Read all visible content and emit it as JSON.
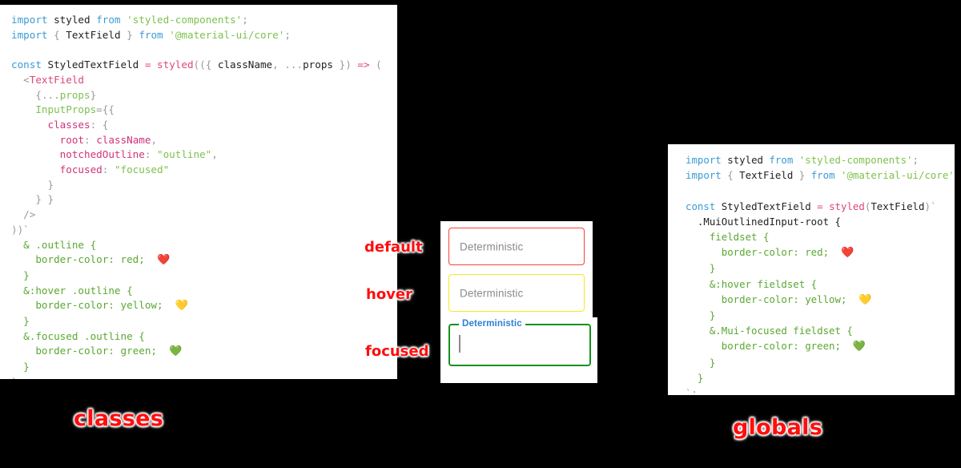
{
  "background_color": "#000000",
  "panels": {
    "classes": {
      "caption": "classes",
      "background": "#ffffff",
      "code_lines": [
        [
          {
            "t": "import",
            "c": "kw"
          },
          {
            "t": " ",
            "c": "plain"
          },
          {
            "t": "styled",
            "c": "plain"
          },
          {
            "t": " ",
            "c": "plain"
          },
          {
            "t": "from",
            "c": "kw"
          },
          {
            "t": " ",
            "c": "plain"
          },
          {
            "t": "'styled-components'",
            "c": "str"
          },
          {
            "t": ";",
            "c": "punc"
          }
        ],
        [
          {
            "t": "import",
            "c": "kw"
          },
          {
            "t": " ",
            "c": "plain"
          },
          {
            "t": "{",
            "c": "punc"
          },
          {
            "t": " ",
            "c": "plain"
          },
          {
            "t": "TextField",
            "c": "plain"
          },
          {
            "t": " ",
            "c": "plain"
          },
          {
            "t": "}",
            "c": "punc"
          },
          {
            "t": " ",
            "c": "plain"
          },
          {
            "t": "from",
            "c": "kw"
          },
          {
            "t": " ",
            "c": "plain"
          },
          {
            "t": "'@material-ui/core'",
            "c": "str"
          },
          {
            "t": ";",
            "c": "punc"
          }
        ],
        [],
        [
          {
            "t": "const",
            "c": "kw"
          },
          {
            "t": " ",
            "c": "plain"
          },
          {
            "t": "StyledTextField",
            "c": "plain"
          },
          {
            "t": " ",
            "c": "plain"
          },
          {
            "t": "=",
            "c": "op"
          },
          {
            "t": " ",
            "c": "plain"
          },
          {
            "t": "styled",
            "c": "op"
          },
          {
            "t": "((",
            "c": "punc"
          },
          {
            "t": "{",
            "c": "punc"
          },
          {
            "t": " ",
            "c": "plain"
          },
          {
            "t": "className",
            "c": "plain"
          },
          {
            "t": ",",
            "c": "punc"
          },
          {
            "t": " ",
            "c": "plain"
          },
          {
            "t": "...",
            "c": "punc"
          },
          {
            "t": "props",
            "c": "plain"
          },
          {
            "t": " ",
            "c": "plain"
          },
          {
            "t": "}",
            "c": "punc"
          },
          {
            "t": ")",
            "c": "punc"
          },
          {
            "t": " ",
            "c": "plain"
          },
          {
            "t": "=>",
            "c": "op"
          },
          {
            "t": " ",
            "c": "plain"
          },
          {
            "t": "(",
            "c": "punc"
          }
        ],
        [
          {
            "t": "  ",
            "c": "plain"
          },
          {
            "t": "<",
            "c": "punc"
          },
          {
            "t": "TextField",
            "c": "tag"
          }
        ],
        [
          {
            "t": "    ",
            "c": "plain"
          },
          {
            "t": "{",
            "c": "punc"
          },
          {
            "t": "...",
            "c": "punc"
          },
          {
            "t": "props",
            "c": "prop"
          },
          {
            "t": "}",
            "c": "punc"
          }
        ],
        [
          {
            "t": "    ",
            "c": "plain"
          },
          {
            "t": "InputProps",
            "c": "prop"
          },
          {
            "t": "=",
            "c": "punc"
          },
          {
            "t": "{{",
            "c": "punc"
          }
        ],
        [
          {
            "t": "      ",
            "c": "plain"
          },
          {
            "t": "classes",
            "c": "key"
          },
          {
            "t": ":",
            "c": "punc"
          },
          {
            "t": " ",
            "c": "plain"
          },
          {
            "t": "{",
            "c": "punc"
          }
        ],
        [
          {
            "t": "        ",
            "c": "plain"
          },
          {
            "t": "root",
            "c": "key"
          },
          {
            "t": ":",
            "c": "punc"
          },
          {
            "t": " ",
            "c": "plain"
          },
          {
            "t": "className",
            "c": "val"
          },
          {
            "t": ",",
            "c": "punc"
          }
        ],
        [
          {
            "t": "        ",
            "c": "plain"
          },
          {
            "t": "notchedOutline",
            "c": "key"
          },
          {
            "t": ":",
            "c": "punc"
          },
          {
            "t": " ",
            "c": "plain"
          },
          {
            "t": "\"outline\"",
            "c": "str"
          },
          {
            "t": ",",
            "c": "punc"
          }
        ],
        [
          {
            "t": "        ",
            "c": "plain"
          },
          {
            "t": "focused",
            "c": "key"
          },
          {
            "t": ":",
            "c": "punc"
          },
          {
            "t": " ",
            "c": "plain"
          },
          {
            "t": "\"focused\"",
            "c": "str"
          }
        ],
        [
          {
            "t": "      ",
            "c": "plain"
          },
          {
            "t": "}",
            "c": "punc"
          }
        ],
        [
          {
            "t": "    ",
            "c": "plain"
          },
          {
            "t": "}",
            "c": "punc"
          },
          {
            "t": " ",
            "c": "plain"
          },
          {
            "t": "}",
            "c": "punc"
          }
        ],
        [
          {
            "t": "  ",
            "c": "plain"
          },
          {
            "t": "/>",
            "c": "punc"
          }
        ],
        [
          {
            "t": "))",
            "c": "punc"
          },
          {
            "t": "`",
            "c": "punc"
          }
        ],
        [
          {
            "t": "  ",
            "c": "plain"
          },
          {
            "t": "& .outline {",
            "c": "css"
          }
        ],
        [
          {
            "t": "    ",
            "c": "plain"
          },
          {
            "t": "border-color: red;",
            "c": "css"
          },
          {
            "t": "  ",
            "c": "plain"
          },
          {
            "t": "❤️",
            "c": "emoji"
          }
        ],
        [
          {
            "t": "  ",
            "c": "plain"
          },
          {
            "t": "}",
            "c": "css"
          }
        ],
        [
          {
            "t": "  ",
            "c": "plain"
          },
          {
            "t": "&:hover .outline {",
            "c": "css"
          }
        ],
        [
          {
            "t": "    ",
            "c": "plain"
          },
          {
            "t": "border-color: yellow;",
            "c": "css"
          },
          {
            "t": "  ",
            "c": "plain"
          },
          {
            "t": "💛",
            "c": "emoji"
          }
        ],
        [
          {
            "t": "  ",
            "c": "plain"
          },
          {
            "t": "}",
            "c": "css"
          }
        ],
        [
          {
            "t": "  ",
            "c": "plain"
          },
          {
            "t": "&.focused .outline {",
            "c": "css"
          }
        ],
        [
          {
            "t": "    ",
            "c": "plain"
          },
          {
            "t": "border-color: green;",
            "c": "css"
          },
          {
            "t": "  ",
            "c": "plain"
          },
          {
            "t": "💚",
            "c": "emoji"
          }
        ],
        [
          {
            "t": "  ",
            "c": "plain"
          },
          {
            "t": "}",
            "c": "css"
          }
        ],
        [
          {
            "t": "`",
            "c": "punc"
          },
          {
            "t": ";",
            "c": "punc"
          }
        ]
      ]
    },
    "globals": {
      "caption": "globals",
      "background": "#ffffff",
      "code_lines": [
        [
          {
            "t": "import",
            "c": "kw"
          },
          {
            "t": " ",
            "c": "plain"
          },
          {
            "t": "styled",
            "c": "plain"
          },
          {
            "t": " ",
            "c": "plain"
          },
          {
            "t": "from",
            "c": "kw"
          },
          {
            "t": " ",
            "c": "plain"
          },
          {
            "t": "'styled-components'",
            "c": "str"
          },
          {
            "t": ";",
            "c": "punc"
          }
        ],
        [
          {
            "t": "import",
            "c": "kw"
          },
          {
            "t": " ",
            "c": "plain"
          },
          {
            "t": "{",
            "c": "punc"
          },
          {
            "t": " ",
            "c": "plain"
          },
          {
            "t": "TextField",
            "c": "plain"
          },
          {
            "t": " ",
            "c": "plain"
          },
          {
            "t": "}",
            "c": "punc"
          },
          {
            "t": " ",
            "c": "plain"
          },
          {
            "t": "from",
            "c": "kw"
          },
          {
            "t": " ",
            "c": "plain"
          },
          {
            "t": "'@material-ui/core'",
            "c": "str"
          },
          {
            "t": ";",
            "c": "punc"
          }
        ],
        [],
        [
          {
            "t": "const",
            "c": "kw"
          },
          {
            "t": " ",
            "c": "plain"
          },
          {
            "t": "StyledTextField",
            "c": "plain"
          },
          {
            "t": " ",
            "c": "plain"
          },
          {
            "t": "=",
            "c": "op"
          },
          {
            "t": " ",
            "c": "plain"
          },
          {
            "t": "styled",
            "c": "op"
          },
          {
            "t": "(",
            "c": "punc"
          },
          {
            "t": "TextField",
            "c": "plain"
          },
          {
            "t": ")",
            "c": "punc"
          },
          {
            "t": "`",
            "c": "punc"
          }
        ],
        [
          {
            "t": "  ",
            "c": "plain"
          },
          {
            "t": ".MuiOutlinedInput-root {",
            "c": "plain"
          }
        ],
        [
          {
            "t": "    ",
            "c": "plain"
          },
          {
            "t": "fieldset {",
            "c": "css"
          }
        ],
        [
          {
            "t": "      ",
            "c": "plain"
          },
          {
            "t": "border-color: red;",
            "c": "css"
          },
          {
            "t": "  ",
            "c": "plain"
          },
          {
            "t": "❤️",
            "c": "emoji"
          }
        ],
        [
          {
            "t": "    ",
            "c": "plain"
          },
          {
            "t": "}",
            "c": "css"
          }
        ],
        [
          {
            "t": "    ",
            "c": "plain"
          },
          {
            "t": "&:hover fieldset {",
            "c": "css"
          }
        ],
        [
          {
            "t": "      ",
            "c": "plain"
          },
          {
            "t": "border-color: yellow;",
            "c": "css"
          },
          {
            "t": "  ",
            "c": "plain"
          },
          {
            "t": "💛",
            "c": "emoji"
          }
        ],
        [
          {
            "t": "    ",
            "c": "plain"
          },
          {
            "t": "}",
            "c": "css"
          }
        ],
        [
          {
            "t": "    ",
            "c": "plain"
          },
          {
            "t": "&.Mui-focused fieldset {",
            "c": "css"
          }
        ],
        [
          {
            "t": "      ",
            "c": "plain"
          },
          {
            "t": "border-color: green;",
            "c": "css"
          },
          {
            "t": "  ",
            "c": "plain"
          },
          {
            "t": "💚",
            "c": "emoji"
          }
        ],
        [
          {
            "t": "    ",
            "c": "plain"
          },
          {
            "t": "}",
            "c": "css"
          }
        ],
        [
          {
            "t": "  ",
            "c": "plain"
          },
          {
            "t": "}",
            "c": "css"
          }
        ],
        [
          {
            "t": "`",
            "c": "punc"
          },
          {
            "t": ";",
            "c": "punc"
          }
        ]
      ]
    }
  },
  "preview": {
    "fields": [
      {
        "state": "default",
        "annotation": "default",
        "label": "Deterministic",
        "border_color": "#f4433b",
        "label_color": "#8a8a8a",
        "floating": false,
        "focused": false
      },
      {
        "state": "hover",
        "annotation": "hover",
        "label": "Deterministic",
        "border_color": "#f5ea22",
        "label_color": "#8a8a8a",
        "floating": false,
        "focused": false
      },
      {
        "state": "focused",
        "annotation": "focused",
        "label": "Deterministic",
        "border_color": "#17911f",
        "label_color": "#2f7fd4",
        "floating": true,
        "focused": true
      }
    ]
  },
  "annotation_color": "#ff0d0d"
}
